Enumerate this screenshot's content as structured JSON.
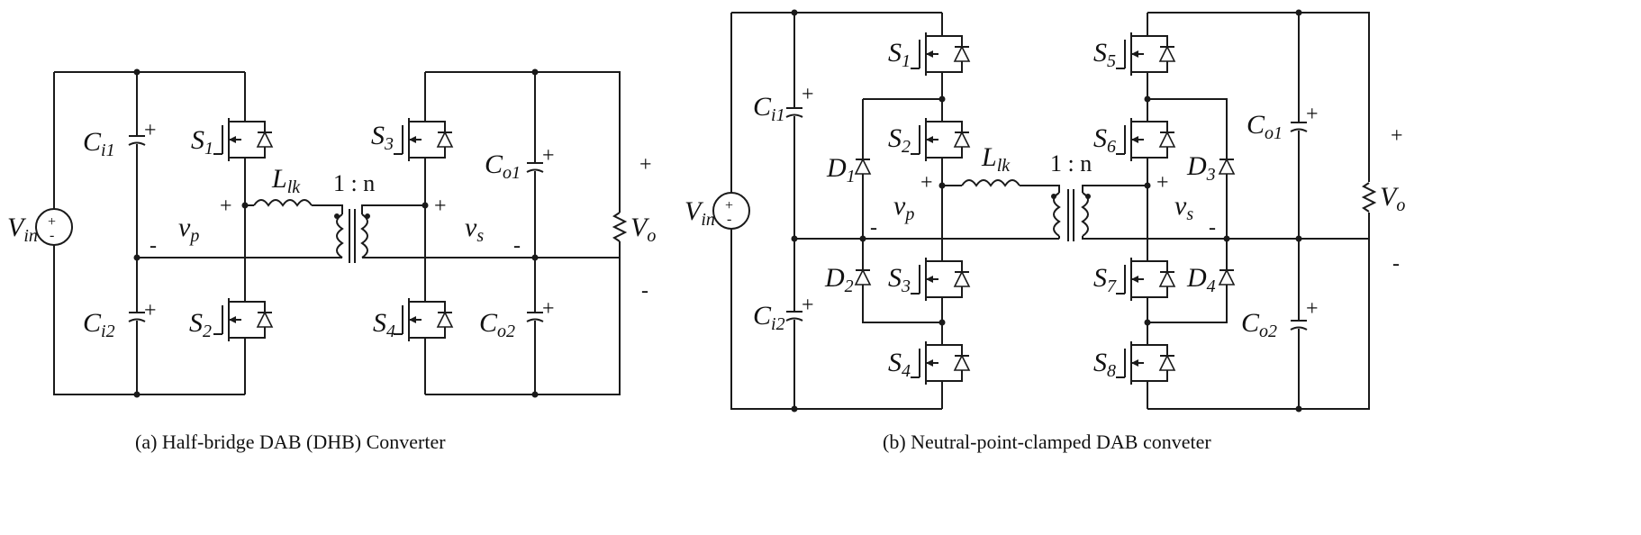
{
  "captions": {
    "a": "(a)  Half-bridge  DAB  (DHB)  Converter",
    "b": "(b)  Neutral-point-clamped  DAB  conveter"
  },
  "labels": {
    "vin": {
      "main": "V",
      "sub": "in"
    },
    "vo": {
      "main": "V",
      "sub": "o"
    },
    "vp": {
      "main": "v",
      "sub": "p"
    },
    "vs": {
      "main": "v",
      "sub": "s"
    },
    "llk": {
      "main": "L",
      "sub": "lk"
    },
    "ratio": "1 : n",
    "ci1": {
      "main": "C",
      "sub": "i1"
    },
    "ci2": {
      "main": "C",
      "sub": "i2"
    },
    "co1": {
      "main": "C",
      "sub": "o1"
    },
    "co2": {
      "main": "C",
      "sub": "o2"
    },
    "s1": {
      "main": "S",
      "sub": "1"
    },
    "s2": {
      "main": "S",
      "sub": "2"
    },
    "s3": {
      "main": "S",
      "sub": "3"
    },
    "s4": {
      "main": "S",
      "sub": "4"
    },
    "s5": {
      "main": "S",
      "sub": "5"
    },
    "s6": {
      "main": "S",
      "sub": "6"
    },
    "s7": {
      "main": "S",
      "sub": "7"
    },
    "s8": {
      "main": "S",
      "sub": "8"
    },
    "d1": {
      "main": "D",
      "sub": "1"
    },
    "d2": {
      "main": "D",
      "sub": "2"
    },
    "d3": {
      "main": "D",
      "sub": "3"
    },
    "d4": {
      "main": "D",
      "sub": "4"
    },
    "plus": "+",
    "minus": "-"
  }
}
